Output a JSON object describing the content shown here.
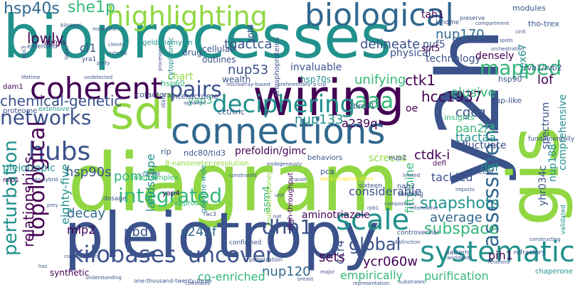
{
  "palette": {
    "dark_purple": "#440154",
    "indigo": "#3b528b",
    "slate": "#31688e",
    "teal": "#21918c",
    "green": "#35b779",
    "lime": "#90d743",
    "yellow": "#fde725"
  },
  "words": [
    {
      "id": "bioprocesses",
      "text": "bioprocesses",
      "color": "#21918c"
    },
    {
      "id": "diagram",
      "text": "diagram",
      "color": "#90d743"
    },
    {
      "id": "pleiotropy",
      "text": "pleiotropy",
      "color": "#3b528b"
    },
    {
      "id": "y2h",
      "text": "y2h",
      "color": "#3b528b"
    },
    {
      "id": "wiring",
      "text": "wiring",
      "color": "#440154"
    },
    {
      "id": "sdl",
      "text": "sdl",
      "color": "#90d743"
    },
    {
      "id": "gis",
      "text": "gis",
      "color": "#90d743"
    },
    {
      "id": "connections",
      "text": "connections",
      "color": "#31688e"
    },
    {
      "id": "biological",
      "text": "biological",
      "color": "#31688e"
    },
    {
      "id": "highlighting",
      "text": "highlighting",
      "color": "#90d743"
    },
    {
      "id": "coherent",
      "text": "coherent",
      "color": "#440154"
    },
    {
      "id": "systematic",
      "text": "systematic",
      "color": "#21918c"
    },
    {
      "id": "scale",
      "text": "scale",
      "color": "#21918c"
    },
    {
      "id": "hubs",
      "text": "hubs",
      "color": "#3b528b"
    },
    {
      "id": "deciphering",
      "text": "deciphering",
      "color": "#21918c"
    },
    {
      "id": "pairs",
      "text": "pairs",
      "color": "#3b528b"
    },
    {
      "id": "kilobases",
      "text": "kilobases",
      "color": "#3b528b"
    },
    {
      "id": "uncover",
      "text": "uncover",
      "color": "#3b528b"
    },
    {
      "id": "networks",
      "text": "networks",
      "color": "#3b528b"
    },
    {
      "id": "topological",
      "text": "topological",
      "color": "#440154"
    },
    {
      "id": "mapped",
      "text": "mapped",
      "color": "#35b779"
    },
    {
      "id": "assessment",
      "text": "assessment",
      "color": "#31688e"
    },
    {
      "id": "hsp40s",
      "text": "hsp40s",
      "color": "#31688e"
    },
    {
      "id": "she1p",
      "text": "she1p",
      "color": "#35b779"
    },
    {
      "id": "perturbation",
      "text": "perturbation",
      "color": "#21918c"
    },
    {
      "id": "relationships",
      "text": "relationships",
      "color": "#440154"
    },
    {
      "id": "integrated",
      "text": "integrated",
      "color": "#35b779"
    },
    {
      "id": "dhh1",
      "text": "dhh1",
      "color": "#3b528b"
    },
    {
      "id": "aaa",
      "text": "aaa",
      "color": "#35b779"
    },
    {
      "id": "global",
      "text": "global",
      "color": "#3b528b"
    },
    {
      "id": "subspace",
      "text": "subspace",
      "color": "#35b779"
    },
    {
      "id": "snapshots",
      "text": "snapshots",
      "color": "#21918c"
    },
    {
      "id": "tgactca",
      "text": "tgactca",
      "color": "#3b528b"
    },
    {
      "id": "delineate",
      "text": "delineate",
      "color": "#3b528b"
    },
    {
      "id": "chemical-genetic",
      "text": "chemical-genetic",
      "color": "#3b528b"
    },
    {
      "id": "ctk1",
      "text": "ctk1",
      "color": "#440154"
    },
    {
      "id": "hcc1937",
      "text": "hcc1937",
      "color": "#440154"
    },
    {
      "id": "lowly",
      "text": "lowly",
      "color": "#440154"
    },
    {
      "id": "cl1",
      "text": "cl1",
      "color": "#3b528b"
    },
    {
      "id": "nup53",
      "text": "nup53",
      "color": "#3b528b"
    },
    {
      "id": "nup170",
      "text": "nup170",
      "color": "#31688e"
    },
    {
      "id": "tah1",
      "text": "tah1",
      "color": "#440154"
    },
    {
      "id": "puf5",
      "text": "puf5",
      "color": "#3b528b"
    },
    {
      "id": "lof",
      "text": "lof",
      "color": "#440154"
    },
    {
      "id": "mex67",
      "text": "mex67",
      "color": "#21918c"
    },
    {
      "id": "comprehensive",
      "text": "comprehensive",
      "color": "#21918c"
    },
    {
      "id": "nup188",
      "text": "nup188",
      "color": "#21918c"
    },
    {
      "id": "pleiotropic",
      "text": "pleiotropic",
      "color": "#21918c"
    },
    {
      "id": "hsp90s",
      "text": "hsp90s",
      "color": "#3b528b"
    },
    {
      "id": "pom34",
      "text": "pom34",
      "color": "#35b779"
    },
    {
      "id": "yap3",
      "text": "yap3",
      "color": "#35b779"
    },
    {
      "id": "a239q",
      "text": "a239q",
      "color": "#440154"
    },
    {
      "id": "cgcg",
      "text": "cgcg",
      "color": "#3b528b"
    },
    {
      "id": "nup133",
      "text": "nup133",
      "color": "#21918c"
    },
    {
      "id": "elusive",
      "text": "elusive",
      "color": "#35b779"
    },
    {
      "id": "unifying",
      "text": "unifying",
      "color": "#35b779"
    },
    {
      "id": "ctdk-i",
      "text": "ctdk-i",
      "color": "#440154"
    },
    {
      "id": "pan2/3",
      "text": "pan2/3",
      "color": "#35b779"
    },
    {
      "id": "ttactaa",
      "text": "ttactaa",
      "color": "#21918c"
    },
    {
      "id": "eighty-five",
      "text": "eighty-five",
      "color": "#21918c"
    },
    {
      "id": "landscape",
      "text": "landscape",
      "color": "#21918c"
    },
    {
      "id": "fifty-nine",
      "text": "fifty-nine",
      "color": "#35b779"
    },
    {
      "id": "ddl",
      "text": "ddl",
      "color": "#21918c"
    },
    {
      "id": "tackled",
      "text": "tackled",
      "color": "#3b528b"
    },
    {
      "id": "decay",
      "text": "decay",
      "color": "#31688e"
    },
    {
      "id": "nbd",
      "text": "nbd",
      "color": "#3b528b"
    },
    {
      "id": "mlp2",
      "text": "mlp2",
      "color": "#440154"
    },
    {
      "id": "s242f",
      "text": "s242f",
      "color": "#31688e"
    },
    {
      "id": "asm4",
      "text": "asm4",
      "color": "#35b779"
    },
    {
      "id": "aminotriazole",
      "text": "aminotriazole",
      "color": "#440154"
    },
    {
      "id": "considerable",
      "text": "considerable",
      "color": "#3b528b"
    },
    {
      "id": "average",
      "text": "average",
      "color": "#31688e"
    },
    {
      "id": "ycr060w",
      "text": "ycr060w",
      "color": "#440154"
    },
    {
      "id": "ccr4",
      "text": "ccr4",
      "color": "#3b528b"
    },
    {
      "id": "nup120",
      "text": "nup120",
      "color": "#31688e"
    },
    {
      "id": "co-enriched",
      "text": "co-enriched",
      "color": "#35b779"
    },
    {
      "id": "sets",
      "text": "sets",
      "color": "#440154"
    },
    {
      "id": "empirically",
      "text": "empirically",
      "color": "#35b779"
    },
    {
      "id": "purification",
      "text": "purification",
      "color": "#35b779"
    },
    {
      "id": "pih1",
      "text": "pih1",
      "color": "#440154"
    },
    {
      "id": "yhr034c",
      "text": "yhr034c",
      "color": "#3b528b"
    },
    {
      "id": "screens",
      "text": "screens",
      "color": "#90d743"
    },
    {
      "id": "chart",
      "text": "chart",
      "color": "#90d743"
    },
    {
      "id": "spectrum",
      "text": "spectrum",
      "color": "#3b528b"
    },
    {
      "id": "fluctuate",
      "text": "fluctuate",
      "color": "#3b528b"
    },
    {
      "id": "invaluable",
      "text": "invaluable",
      "color": "#3b528b"
    },
    {
      "id": "physical",
      "text": "physical",
      "color": "#3b528b"
    },
    {
      "id": "technology",
      "text": "technology",
      "color": "#3b528b"
    },
    {
      "id": "densely",
      "text": "densely",
      "color": "#440154"
    },
    {
      "id": "spt4",
      "text": "spt4",
      "color": "#3b528b"
    },
    {
      "id": "spt5",
      "text": "spt5",
      "color": "#440154"
    },
    {
      "id": "drug",
      "text": "drug",
      "color": "#3b528b"
    },
    {
      "id": "cellular",
      "text": "cellular",
      "color": "#3b528b"
    },
    {
      "id": "outlines",
      "text": "outlines",
      "color": "#3b528b"
    },
    {
      "id": "wealth",
      "text": "wealth",
      "color": "#3b528b"
    },
    {
      "id": "hsp70s",
      "text": "hsp70s",
      "color": "#21918c"
    },
    {
      "id": "hsp60",
      "text": "hsp60",
      "color": "#35b779"
    },
    {
      "id": "interactome",
      "text": "interactome",
      "color": "#3b528b"
    },
    {
      "id": "cofactors",
      "text": "cofactors",
      "color": "#3b528b"
    },
    {
      "id": "cct/tric",
      "text": "cct/tric",
      "color": "#3b528b"
    },
    {
      "id": "prefoldin/gimc",
      "text": "prefoldin/gimc",
      "color": "#440154"
    },
    {
      "id": "ndc80/tid3",
      "text": "ndc80/tid3",
      "color": "#3b528b"
    },
    {
      "id": "rip",
      "text": "rip",
      "color": "#3b528b"
    },
    {
      "id": "pca",
      "text": "pca",
      "color": "#3b528b"
    },
    {
      "id": "brca1",
      "text": "brca1",
      "color": "#3b528b"
    },
    {
      "id": "oe",
      "text": "oe",
      "color": "#440154"
    },
    {
      "id": "yap-like",
      "text": "yap-like",
      "color": "#3b528b"
    },
    {
      "id": "insights",
      "text": "insights",
      "color": "#35b779"
    },
    {
      "id": "hsp90",
      "text": "hsp90",
      "color": "#3b528b"
    },
    {
      "id": "rvb1/rvb2",
      "text": "rvb1/rvb2",
      "color": "#3b528b"
    },
    {
      "id": "tho-trex",
      "text": "tho-trex",
      "color": "#3b528b"
    },
    {
      "id": "modules",
      "text": "modules",
      "color": "#3b528b"
    },
    {
      "id": "kinome",
      "text": "kinome",
      "color": "#3b528b"
    },
    {
      "id": "preserve",
      "text": "preserve",
      "color": "#3b528b"
    },
    {
      "id": "geldanamycin",
      "text": "geldanamycin",
      "color": "#21918c"
    },
    {
      "id": "extended",
      "text": "extended",
      "color": "#3b528b"
    },
    {
      "id": "yra1",
      "text": "yra1",
      "color": "#3b528b"
    },
    {
      "id": "cytoplasmic",
      "text": "cytoplasmic",
      "color": "#21918c"
    },
    {
      "id": "phosphoproteins",
      "text": "phosphoproteins",
      "color": "#3b528b"
    },
    {
      "id": "dam1",
      "text": "dam1",
      "color": "#440154"
    },
    {
      "id": "proteome",
      "text": "proteome",
      "color": "#3b528b"
    },
    {
      "id": "extensive",
      "text": "extensive",
      "color": "#21918c"
    },
    {
      "id": "mlp1",
      "text": "mlp1",
      "color": "#440154"
    },
    {
      "id": "dosage",
      "text": "dosage",
      "color": "#3b528b"
    },
    {
      "id": "yap4",
      "text": "yap4",
      "color": "#440154"
    },
    {
      "id": "approach",
      "text": "approach",
      "color": "#35b779"
    },
    {
      "id": "intercomplex",
      "text": "intercomplex",
      "color": "#35b779"
    },
    {
      "id": "8-nanometer-resolution",
      "text": "8-nanometer-resolution",
      "color": "#90d743"
    },
    {
      "id": "genome-wide",
      "text": "genome-wide",
      "color": "#21918c"
    },
    {
      "id": "multicomponent",
      "text": "multicomponent",
      "color": "#90d743"
    },
    {
      "id": "high-throughput",
      "text": "high-throughput",
      "color": "#440154"
    },
    {
      "id": "behaviors",
      "text": "behaviors",
      "color": "#3b528b"
    },
    {
      "id": "defl",
      "text": "defl",
      "color": "#440154"
    },
    {
      "id": "percent",
      "text": "percent",
      "color": "#3b528b"
    },
    {
      "id": "nup2",
      "text": "nup2",
      "color": "#3b528b"
    },
    {
      "id": "nab2",
      "text": "nab2",
      "color": "#3b528b"
    },
    {
      "id": "sixteen",
      "text": "sixteen",
      "color": "#3b528b"
    },
    {
      "id": "ionizing",
      "text": "ionizing",
      "color": "#3b528b"
    },
    {
      "id": "validated",
      "text": "validated",
      "color": "#21918c"
    },
    {
      "id": "fundamentally",
      "text": "fundamentally",
      "color": "#3b528b"
    },
    {
      "id": "confirmed",
      "text": "confirmed",
      "color": "#3b528b"
    },
    {
      "id": "controversial",
      "text": "controversial",
      "color": "#3b528b"
    },
    {
      "id": "pattern",
      "text": "pattern",
      "color": "#3b528b"
    },
    {
      "id": "refractory",
      "text": "refractory",
      "color": "#3b528b"
    },
    {
      "id": "chaperone",
      "text": "chaperone",
      "color": "#21918c"
    },
    {
      "id": "synthetic",
      "text": "synthetic",
      "color": "#440154"
    },
    {
      "id": "one-thousand-twenty-three",
      "text": "one-thousand-twenty-three",
      "color": "#3b528b"
    },
    {
      "id": "polarization",
      "text": "polarization",
      "color": "#3b528b"
    },
    {
      "id": "combined",
      "text": "combined",
      "color": "#3b528b"
    },
    {
      "id": "kinases",
      "text": "kinases",
      "color": "#3b528b"
    },
    {
      "id": "ap/ms",
      "text": "ap/ms",
      "color": "#440154"
    },
    {
      "id": "ppi3",
      "text": "ppi3",
      "color": "#3b528b"
    },
    {
      "id": "labor",
      "text": "labor",
      "color": "#3b528b"
    },
    {
      "id": "lifetime",
      "text": "lifetime",
      "color": "#3b528b"
    },
    {
      "id": "undetected",
      "text": "undetected",
      "color": "#3b528b"
    },
    {
      "id": "static",
      "text": "static",
      "color": "#3b528b"
    },
    {
      "id": "apparent",
      "text": "apparent",
      "color": "#3b528b"
    },
    {
      "id": "endogenously",
      "text": "endogenously",
      "color": "#3b528b"
    },
    {
      "id": "constraints",
      "text": "constraints",
      "color": "#3b528b"
    },
    {
      "id": "rac3",
      "text": "rac3",
      "color": "#3b528b"
    },
    {
      "id": "limited",
      "text": "limited",
      "color": "#3b528b"
    },
    {
      "id": "composition",
      "text": "composition",
      "color": "#3b528b"
    },
    {
      "id": "constructing",
      "text": "constructing",
      "color": "#3b528b"
    },
    {
      "id": "distinction",
      "text": "distinction",
      "color": "#3b528b"
    },
    {
      "id": "worldwide",
      "text": "worldwide",
      "color": "#3b528b"
    },
    {
      "id": "relations",
      "text": "relations",
      "color": "#3b528b"
    },
    {
      "id": "substrates",
      "text": "substrates",
      "color": "#3b528b"
    },
    {
      "id": "correlates",
      "text": "correlates",
      "color": "#3b528b"
    },
    {
      "id": "breast",
      "text": "breast",
      "color": "#3b528b"
    },
    {
      "id": "understanding",
      "text": "understanding",
      "color": "#3b528b"
    },
    {
      "id": "prey",
      "text": "prey",
      "color": "#3b528b"
    },
    {
      "id": "two-hybrid",
      "text": "two-hybrid",
      "color": "#3b528b"
    },
    {
      "id": "second-generation",
      "text": "second-generation",
      "color": "#fde725"
    },
    {
      "id": "imports",
      "text": "imports",
      "color": "#3b528b"
    },
    {
      "id": "spots",
      "text": "spots",
      "color": "#3b528b"
    },
    {
      "id": "cin5",
      "text": "cin5",
      "color": "#3b528b"
    },
    {
      "id": "compartment",
      "text": "compartment",
      "color": "#3b528b"
    },
    {
      "id": "clients",
      "text": "clients",
      "color": "#3b528b"
    },
    {
      "id": "extents",
      "text": "extents",
      "color": "#3b528b"
    },
    {
      "id": "processes",
      "text": "processes",
      "color": "#3b528b"
    },
    {
      "id": "molecular",
      "text": "molecular",
      "color": "#3b528b"
    },
    {
      "id": "major",
      "text": "major",
      "color": "#3b528b"
    },
    {
      "id": "informative",
      "text": "informative",
      "color": "#3b528b"
    },
    {
      "id": "rpb1",
      "text": "rpb1",
      "color": "#3b528b"
    },
    {
      "id": "carried",
      "text": "carried",
      "color": "#3b528b"
    },
    {
      "id": "consequences",
      "text": "consequences",
      "color": "#3b528b"
    },
    {
      "id": "representation",
      "text": "representation",
      "color": "#3b528b"
    },
    {
      "id": "microarray-based",
      "text": "microarray-based",
      "color": "#3b528b"
    },
    {
      "id": "preferentially",
      "text": "preferentially",
      "color": "#3b528b"
    },
    {
      "id": "p-ctd",
      "text": "p-ctd",
      "color": "#3b528b"
    },
    {
      "id": "orchestration",
      "text": "orchestration",
      "color": "#3b528b"
    },
    {
      "id": "transit",
      "text": "transit",
      "color": "#3b528b"
    },
    {
      "id": "not",
      "text": "not",
      "color": "#3b528b"
    },
    {
      "id": "unit",
      "text": "unit",
      "color": "#3b528b"
    },
    {
      "id": "has",
      "text": "has",
      "color": "#3b528b"
    },
    {
      "id": "party",
      "text": "party",
      "color": "#3b528b"
    }
  ]
}
